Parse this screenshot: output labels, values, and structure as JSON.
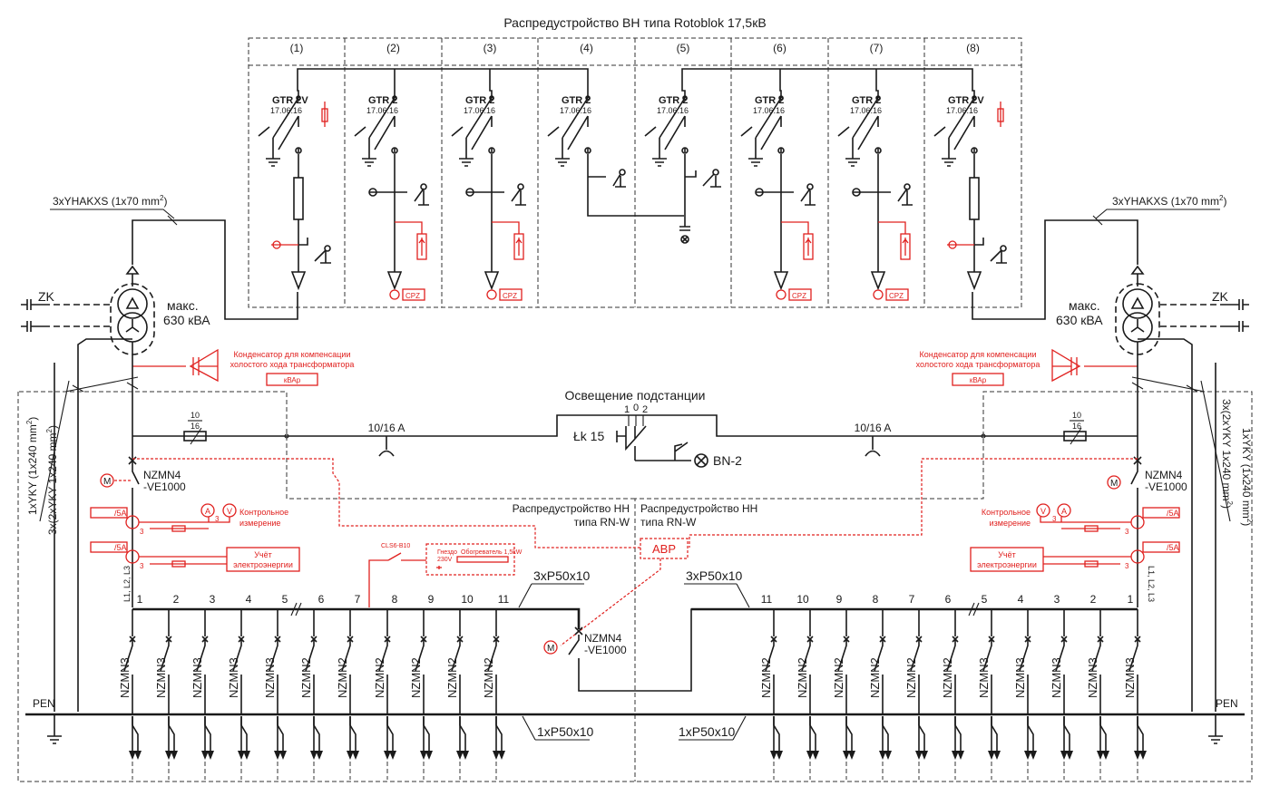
{
  "colors": {
    "line": "#1a1a1a",
    "accent": "#e0201e",
    "background": "#ffffff"
  },
  "mv": {
    "title": "Распредустройство ВН типа Rotoblok 17,5кВ",
    "fields": [
      {
        "num": "(1)",
        "type": "GTR 2V",
        "date": "17.06.16"
      },
      {
        "num": "(2)",
        "type": "GTR 2",
        "date": "17.06.16"
      },
      {
        "num": "(3)",
        "type": "GTR 2",
        "date": "17.06.16"
      },
      {
        "num": "(4)",
        "type": "GTR 2",
        "date": "17.06.16"
      },
      {
        "num": "(5)",
        "type": "GTR 2",
        "date": "17.06.16"
      },
      {
        "num": "(6)",
        "type": "GTR 2",
        "date": "17.06.16"
      },
      {
        "num": "(7)",
        "type": "GTR 2",
        "date": "17.06.16"
      },
      {
        "num": "(8)",
        "type": "GTR 2V",
        "date": "17.06.16"
      }
    ],
    "cpz": "CPZ"
  },
  "left": {
    "cable_mv": "3xYHAKXS (1x70 mm",
    "cable_mv_sup": "2",
    "cable_mv_end": ")",
    "zk": "ZK",
    "trafo_1": "макс.",
    "trafo_2": "630 кВА",
    "cap_1": "Конденсатор для компенсации",
    "cap_2": "холостого хода трансформатора",
    "kvar": "кВАр",
    "cable_lv_1": "1xYKY (1x240 mm",
    "cable_lv_1_sup": "2",
    "cable_lv_1_end": ")",
    "cable_lv_2": "3x(2xYKY 1x240 mm",
    "cable_lv_2_sup": "2",
    "cable_lv_2_end": ")",
    "fuse_top": "10",
    "fuse_bot": "16",
    "fuse_rating": "10/16 A",
    "main_breaker_1": "NZMN4",
    "main_breaker_2": "-VE1000",
    "ct_1": "/5A",
    "ct_2": "/5A",
    "ct_num": "3",
    "meas_a": "A",
    "meas_v": "V",
    "control_1": "Контрольное",
    "control_2": "измерение",
    "metering_1": "Учёт",
    "metering_2": "электроэнергии",
    "phases": "L1, L2, L3",
    "lv_title_1": "Распредустройство НН",
    "lv_title_2": "типа RN-W",
    "busbar": "3xP50x10",
    "pen_bar": "1xP50x10",
    "pen": "PEN",
    "outputs": [
      "1",
      "2",
      "3",
      "4",
      "5",
      "6",
      "7",
      "8",
      "9",
      "10",
      "11"
    ],
    "breakers": [
      "NZMN3",
      "NZMN3",
      "NZMN3",
      "NZMN3",
      "NZMN3",
      "NZMN2",
      "NZMN2",
      "NZMN2",
      "NZMN2",
      "NZMN2",
      "NZMN2"
    ]
  },
  "right": {
    "cable_mv": "3xYHAKXS (1x70 mm",
    "cable_mv_sup": "2",
    "cable_mv_end": ")",
    "zk": "ZK",
    "trafo_1": "макс.",
    "trafo_2": "630 кВА",
    "cap_1": "Конденсатор для компенсации",
    "cap_2": "холостого хода трансформатора",
    "kvar": "кВАр",
    "cable_lv_1": "1xYKY (1x240 mm",
    "cable_lv_1_sup": "2",
    "cable_lv_1_end": ")",
    "cable_lv_2": "3x(2xYKY 1x240 mm",
    "cable_lv_2_sup": "2",
    "cable_lv_2_end": ")",
    "fuse_top": "10",
    "fuse_bot": "16",
    "fuse_rating": "10/16 A",
    "main_breaker_1": "NZMN4",
    "main_breaker_2": "-VE1000",
    "ct_1": "/5A",
    "ct_2": "/5A",
    "ct_num": "3",
    "meas_a": "A",
    "meas_v": "V",
    "control_1": "Контрольное",
    "control_2": "измерение",
    "metering_1": "Учёт",
    "metering_2": "электроэнергии",
    "phases": "L1, L2, L3",
    "lv_title_1": "Распредустройство НН",
    "lv_title_2": "типа RN-W",
    "busbar": "3xP50x10",
    "pen_bar": "1xP50x10",
    "pen": "PEN",
    "outputs": [
      "11",
      "10",
      "9",
      "8",
      "7",
      "6",
      "5",
      "4",
      "3",
      "2",
      "1"
    ],
    "breakers": [
      "NZMN2",
      "NZMN2",
      "NZMN2",
      "NZMN2",
      "NZMN2",
      "NZMN2",
      "NZMN3",
      "NZMN3",
      "NZMN3",
      "NZMN3",
      "NZMN3"
    ]
  },
  "lighting": {
    "title": "Освещение подстанции",
    "pos_1": "1",
    "pos_0": "0",
    "pos_2": "2",
    "switch": "Łk 15",
    "lamp": "BN-2"
  },
  "heater": {
    "breaker": "CLS6-B10",
    "socket_1": "Гнездо",
    "socket_2": "230V",
    "heater": "Обогреватель 1,5kW"
  },
  "coupler": {
    "breaker_1": "NZMN4",
    "breaker_2": "-VE1000",
    "abp": "АВР"
  }
}
